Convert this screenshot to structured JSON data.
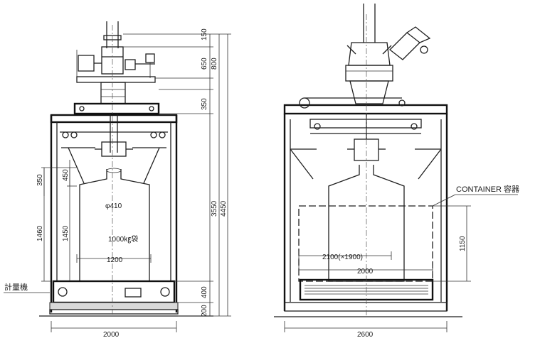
{
  "labels": {
    "container": "CONTAINER 容器",
    "scale": "計量機",
    "bag": "1000㎏袋",
    "diameter": "φ410"
  },
  "dimensions": {
    "left_top_150": "150",
    "left_top_650": "650",
    "left_top_800": "800",
    "left_350_upper": "350",
    "left_3550": "3550",
    "left_4450": "4450",
    "left_350_side": "350",
    "left_450": "450",
    "left_1460": "1460",
    "left_1450": "1450",
    "left_1200": "1200",
    "left_400": "400",
    "left_200": "200",
    "left_2000": "2000",
    "right_1150": "1150",
    "right_2100": "2100(×1900)",
    "right_2000": "2000",
    "right_2600": "2600"
  }
}
